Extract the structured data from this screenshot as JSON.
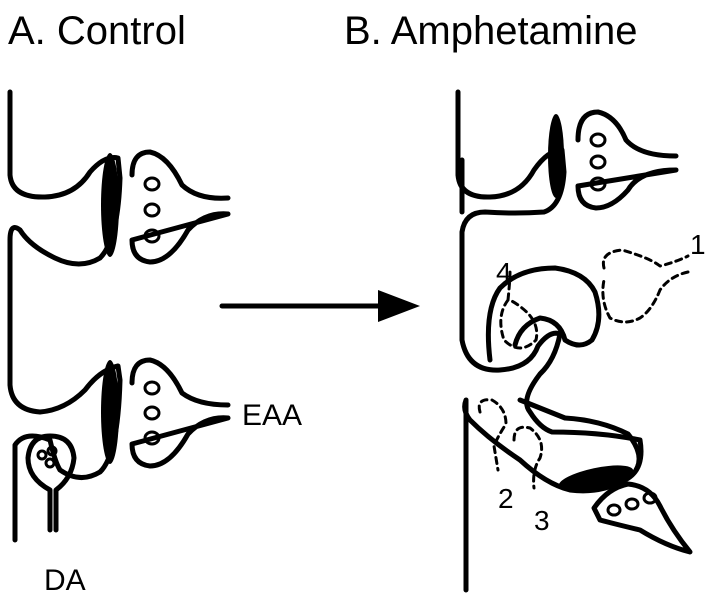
{
  "panels": {
    "control": {
      "title": "A. Control"
    },
    "amphetamine": {
      "title": "B. Amphetamine"
    }
  },
  "labels": {
    "eaa": "EAA",
    "da": "DA",
    "numbers": {
      "one": "1",
      "two": "2",
      "three": "3",
      "four": "4"
    }
  },
  "colors": {
    "ink": "#000000",
    "background": "#ffffff"
  }
}
